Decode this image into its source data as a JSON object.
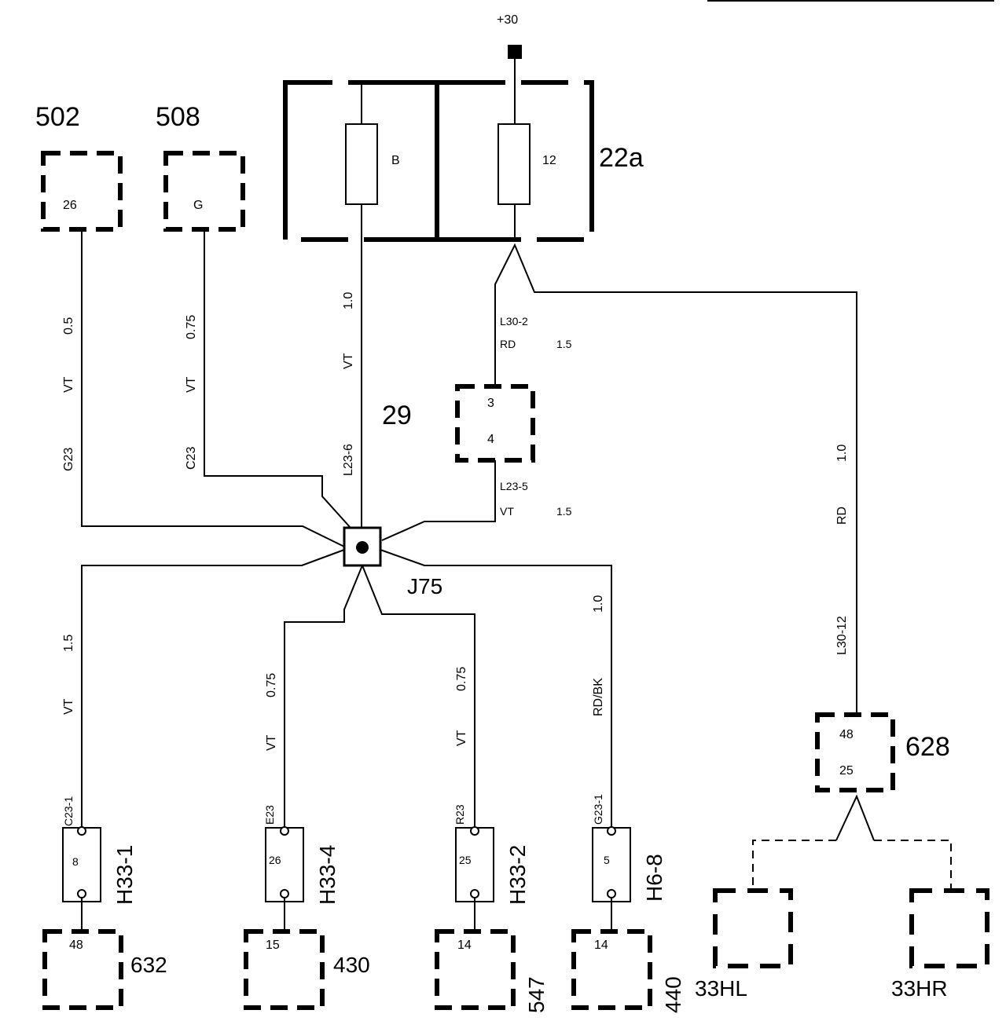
{
  "supply": {
    "label": "+30"
  },
  "fuse_box": {
    "label": "22a",
    "fuses": [
      {
        "label": "B"
      },
      {
        "label": "12"
      }
    ]
  },
  "components": {
    "c502": {
      "label": "502",
      "pin": "26"
    },
    "c508": {
      "label": "508",
      "pin": "G"
    },
    "c29": {
      "label": "29",
      "pins": [
        "3",
        "4"
      ]
    },
    "c628": {
      "label": "628",
      "pins": [
        "48",
        "25"
      ]
    },
    "c632": {
      "label": "632",
      "pin": "48"
    },
    "c430": {
      "label": "430",
      "pin": "15"
    },
    "c547": {
      "label": "547",
      "pin": "14"
    },
    "c440": {
      "label": "440",
      "pin": "14"
    },
    "c33hl": {
      "label": "33HL"
    },
    "c33hr": {
      "label": "33HR"
    }
  },
  "splice": {
    "label": "J75"
  },
  "connectors": [
    {
      "label": "H33-1",
      "pin": "8",
      "wire_id": "C23-1"
    },
    {
      "label": "H33-4",
      "pin": "26",
      "wire_id": "E23"
    },
    {
      "label": "H33-2",
      "pin": "25",
      "wire_id": "R23"
    },
    {
      "label": "H6-8",
      "pin": "5",
      "wire_id": "G23-1"
    }
  ],
  "wires": {
    "w502": {
      "size": "0.5",
      "color": "VT",
      "id": "G23"
    },
    "w508": {
      "size": "0.75",
      "color": "VT",
      "id": "C23"
    },
    "wB": {
      "size": "1.0",
      "color": "VT",
      "id": "L23-6"
    },
    "w12a": {
      "id": "L30-2",
      "color": "RD",
      "size": "1.5"
    },
    "w29": {
      "id": "L23-5",
      "color": "VT",
      "size": "1.5"
    },
    "w628": {
      "size": "1.0",
      "color": "RD",
      "id": "L30-12"
    },
    "w632": {
      "size": "1.5",
      "color": "VT"
    },
    "w430": {
      "size": "0.75",
      "color": "VT"
    },
    "w547": {
      "size": "0.75",
      "color": "VT"
    },
    "w440": {
      "size": "1.0",
      "color": "RD/BK"
    }
  }
}
